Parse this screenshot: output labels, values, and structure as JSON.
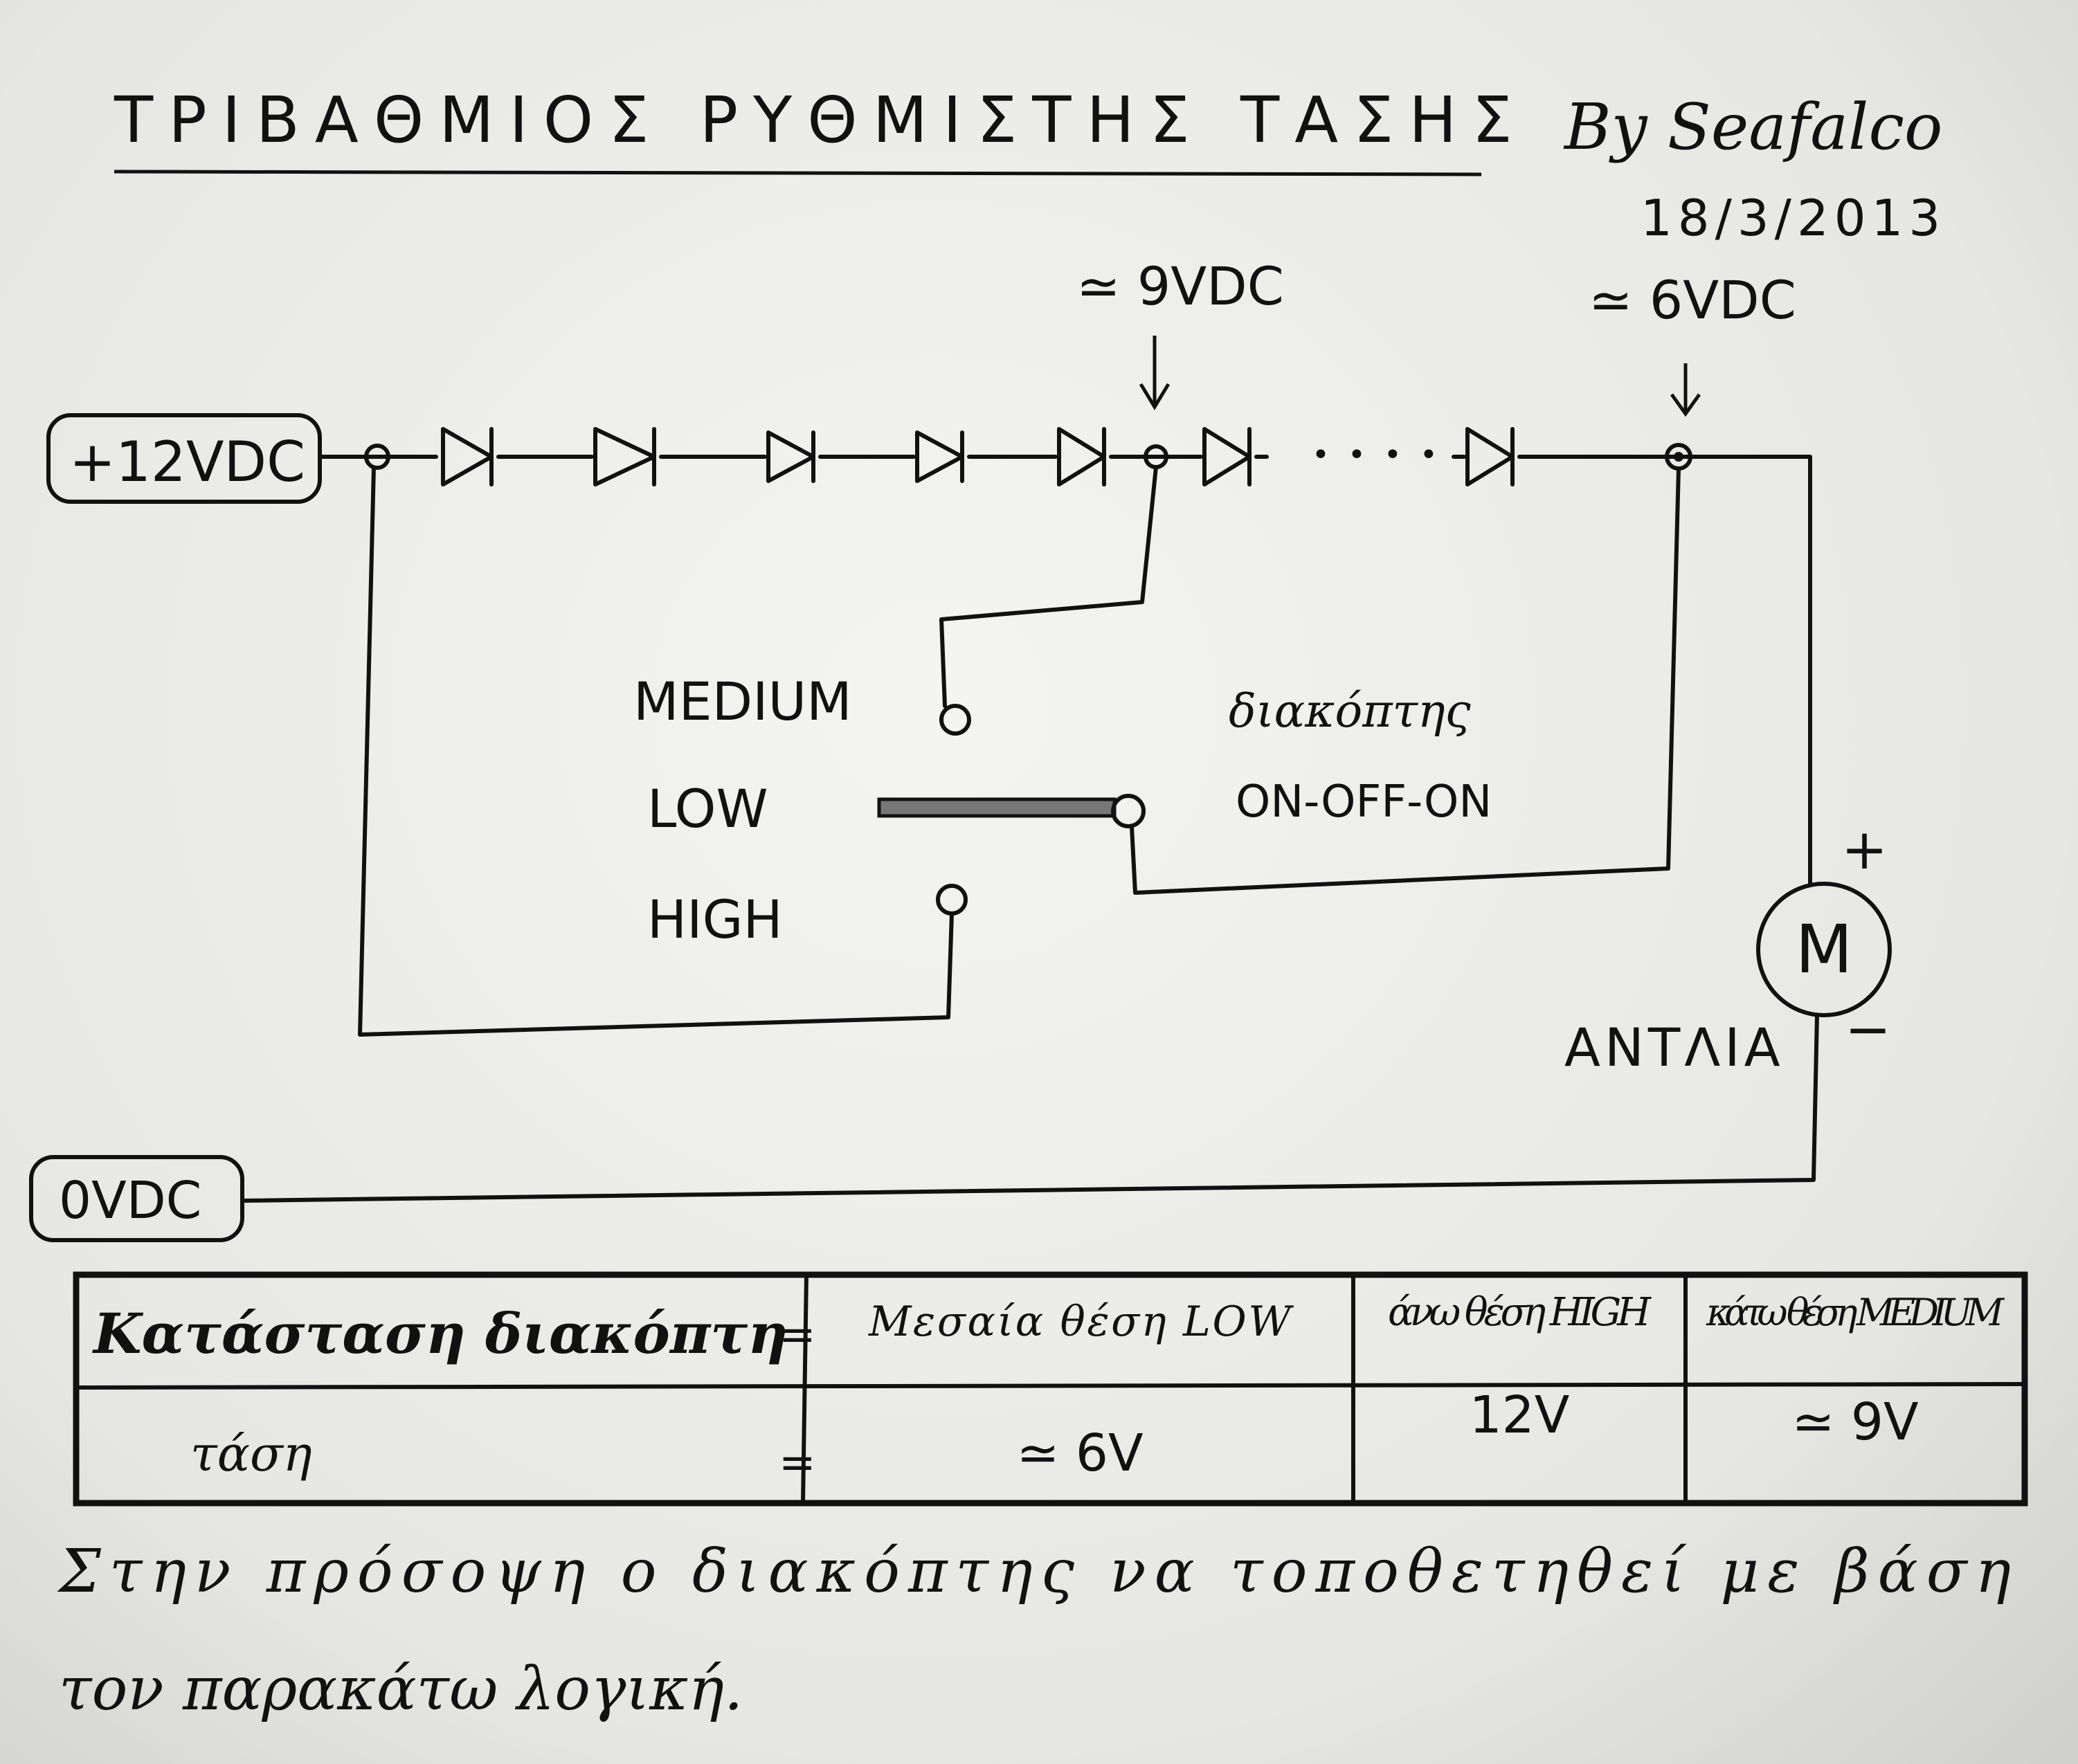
{
  "header": {
    "title": "ΤΡΙΒΑΘΜΙΟΣ ΡΥΘΜΙΣΤΗΣ ΤΑΣΗΣ",
    "author": "By Seafalco",
    "date": "18/3/2013"
  },
  "circuit": {
    "supply_label": "+12VDC",
    "ground_label": "0VDC",
    "tap_medium_voltage": "≃ 9VDC",
    "tap_low_voltage": "≃ 6VDC",
    "dots": "• • • •",
    "switch_positions": [
      "MEDIUM",
      "LOW",
      "HIGH"
    ],
    "switch_name": "διακόπτης",
    "switch_type": "ON-OFF-ON",
    "motor_symbol": "M",
    "motor_label": "ΑΝΤΛΙΑ",
    "motor_plus": "+",
    "motor_minus": "−"
  },
  "table": {
    "header": {
      "label": "Κατάσταση διακόπτη",
      "eq": "=",
      "col1": "Μεσαία θέση LOW",
      "col2": "άνω θέση HIGH",
      "col3": "κάτω θέση MEDIUM"
    },
    "row": {
      "label": "τάση",
      "eq": "=",
      "col1": "≃ 6V",
      "col2": "12V",
      "col3": "≃ 9V"
    }
  },
  "footer": {
    "line1": "Στην πρόσοψη ο διακόπτης να τοποθετηθεί με βάση",
    "line2": "τον παρακάτω λογική."
  }
}
